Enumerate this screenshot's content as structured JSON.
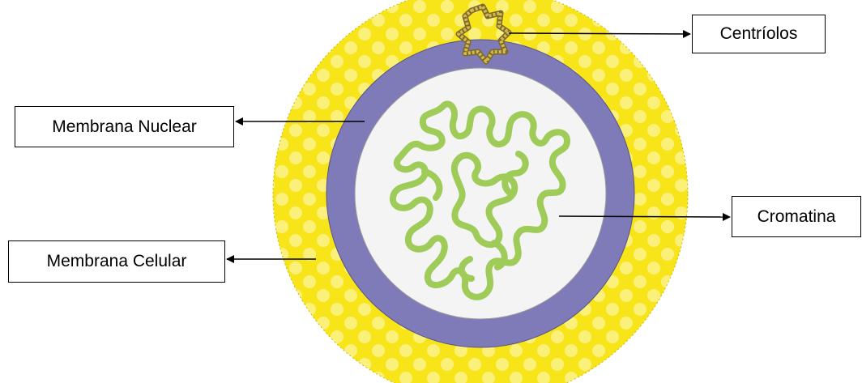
{
  "labels": {
    "centriolos": "Centríolos",
    "membrana_nuclear": "Membrana Nuclear",
    "cromatina": "Cromatina",
    "membrana_celular": "Membrana Celular"
  },
  "colors": {
    "cell_membrane": "#f7e51a",
    "cell_dots": "#fbf07a",
    "nuclear_membrane": "#7f7bb8",
    "nucleoplasm": "#f4f4f4",
    "chromatin": "#9fcb58",
    "centriole": "#d9b84a",
    "border": "#000000"
  }
}
